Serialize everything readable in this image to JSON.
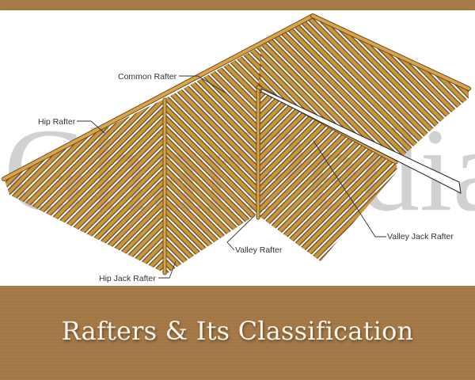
{
  "title": "Rafters & Its Classification",
  "watermark": "GharPedia",
  "labels": {
    "common_rafter": "Common Rafter",
    "hip_rafter": "Hip Rafter",
    "valley_rafter": "Valley Rafter",
    "valley_jack_rafter": "Valley  Jack Rafter",
    "hip_jack_rafter": "Hip Jack Rafter"
  },
  "colors": {
    "banner": "#a67b49",
    "timber": "#c9953f",
    "timber_edge": "#6e4d1e",
    "title_text": "#fbf6ec"
  }
}
